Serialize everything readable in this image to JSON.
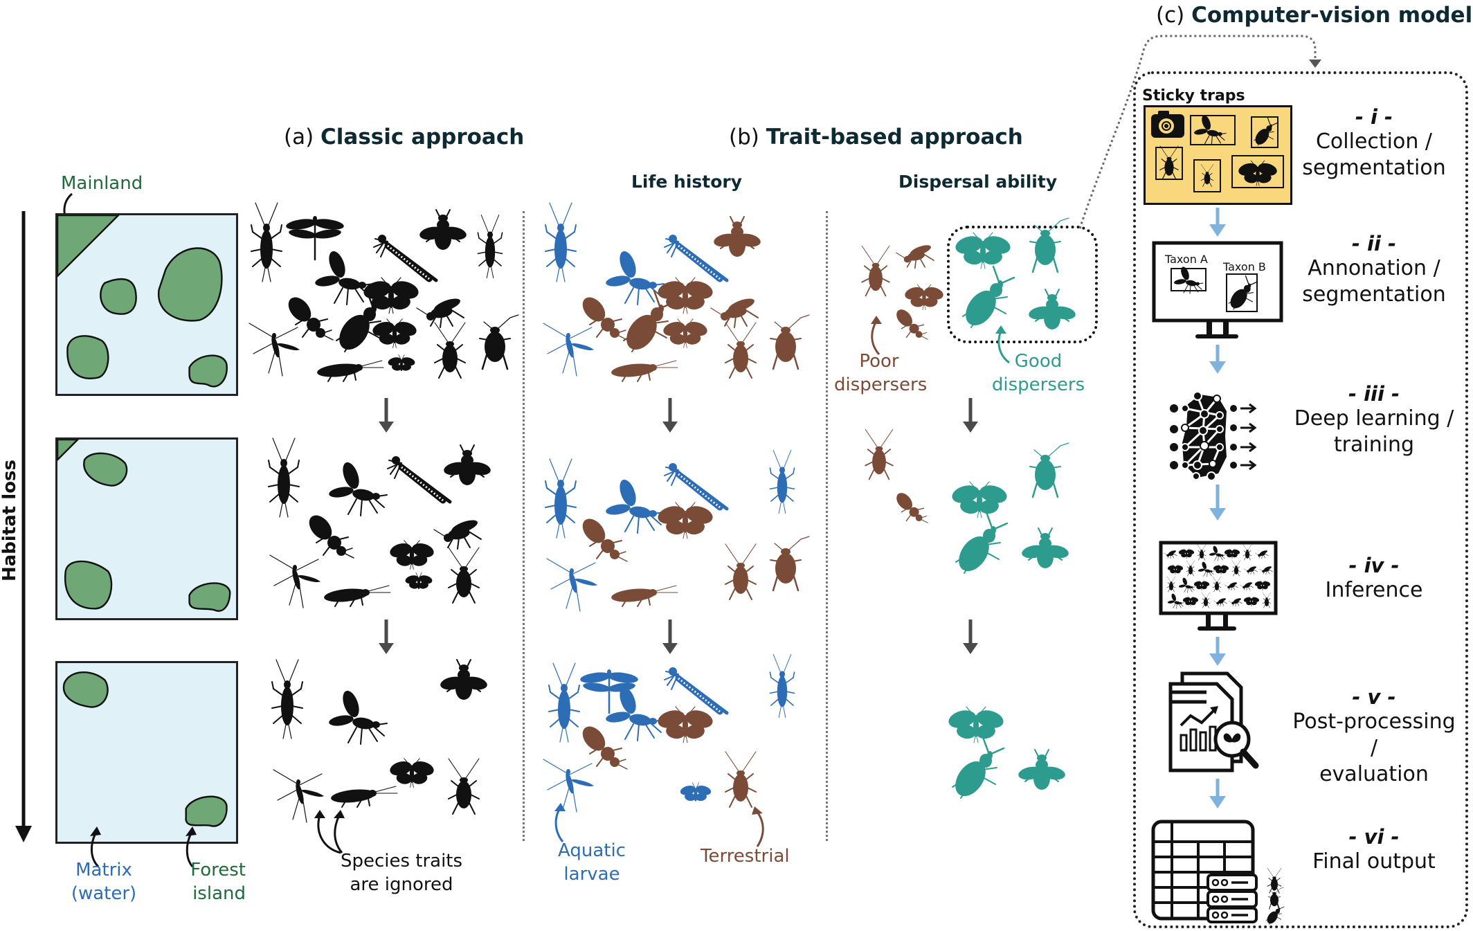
{
  "panels": {
    "a": {
      "prefix": "(a)",
      "title": "Classic approach"
    },
    "b": {
      "prefix": "(b)",
      "title": "Trait-based approach",
      "columns": {
        "life_history": "Life history",
        "dispersal": "Dispersal ability"
      }
    },
    "c": {
      "prefix": "(c)",
      "title": "Computer-vision model"
    }
  },
  "axis": {
    "habitat_loss": "Habitat loss"
  },
  "landscape_labels": {
    "mainland": "Mainland",
    "matrix_line1": "Matrix",
    "matrix_line2": "(water)",
    "forest_line1": "Forest",
    "forest_line2": "island"
  },
  "annotations": {
    "species_traits_line1": "Species traits",
    "species_traits_line2": "are ignored",
    "aquatic_line1": "Aquatic",
    "aquatic_line2": "larvae",
    "terrestrial": "Terrestrial",
    "poor_line1": "Poor",
    "poor_line2": "dispersers",
    "good_line1": "Good",
    "good_line2": "dispersers"
  },
  "colors": {
    "black": "#111111",
    "aquatic": "#2d6db5",
    "terrestrial": "#7a4c38",
    "good_disperser": "#2e9b8f",
    "forest": "#6fa876",
    "water": "#e0f1f8",
    "sticky_trap": "#f9d77d",
    "flow_arrow": "#7fb2dc",
    "time_arrow": "#4a4a4a"
  },
  "cv_steps": [
    {
      "num": "- i -",
      "line1": "Collection /",
      "line2": "segmentation",
      "icon": "sticky-trap-camera"
    },
    {
      "num": "- ii -",
      "line1": "Annonation /",
      "line2": "segmentation",
      "icon": "monitor-annotation"
    },
    {
      "num": "- iii -",
      "line1": "Deep learning /",
      "line2": "training",
      "icon": "neural-network"
    },
    {
      "num": "- iv -",
      "line1": "Inference",
      "line2": "",
      "icon": "monitor-inference"
    },
    {
      "num": "- v -",
      "line1": "Post-processing /",
      "line2": "evaluation",
      "icon": "report-magnifier"
    },
    {
      "num": "- vi -",
      "line1": "Final output",
      "line2": "",
      "icon": "table-database"
    }
  ],
  "cv_labels": {
    "sticky_traps": "Sticky traps",
    "taxon_a": "Taxon A",
    "taxon_b": "Taxon B"
  },
  "insect_rows": {
    "classic": [
      [
        [
          "stonefly",
          385,
          355,
          1
        ],
        [
          "dragonfly",
          455,
          330,
          1
        ],
        [
          "fly",
          495,
          400,
          1
        ],
        [
          "damselfly",
          590,
          375,
          1
        ],
        [
          "bee",
          640,
          335,
          1
        ],
        [
          "stonefly",
          708,
          360,
          0.8
        ],
        [
          "rovebeetle",
          445,
          455,
          1
        ],
        [
          "moth",
          565,
          425,
          1
        ],
        [
          "beetle",
          520,
          470,
          1
        ],
        [
          "wasp",
          640,
          445,
          1
        ],
        [
          "mosquito",
          400,
          495,
          1
        ],
        [
          "moth",
          570,
          480,
          0.8
        ],
        [
          "caddis",
          490,
          535,
          1
        ],
        [
          "mothsmall",
          580,
          525,
          0.7
        ],
        [
          "cockroach",
          650,
          510,
          1
        ],
        [
          "cricket",
          715,
          495,
          1
        ]
      ],
      [
        [
          "stonefly",
          410,
          695,
          1
        ],
        [
          "damselfly",
          610,
          695,
          1
        ],
        [
          "bee",
          675,
          675,
          1
        ],
        [
          "fly",
          515,
          705,
          1
        ],
        [
          "rovebeetle",
          475,
          770,
          1
        ],
        [
          "wasp",
          665,
          765,
          1
        ],
        [
          "moth",
          595,
          800,
          0.8
        ],
        [
          "mosquito",
          430,
          830,
          1
        ],
        [
          "mothsmall",
          605,
          840,
          0.7
        ],
        [
          "caddis",
          500,
          860,
          1
        ],
        [
          "cockroach",
          670,
          835,
          1
        ]
      ],
      [
        [
          "stonefly",
          415,
          1015,
          1
        ],
        [
          "fly",
          515,
          1035,
          1
        ],
        [
          "bee",
          670,
          985,
          1
        ],
        [
          "mosquito",
          435,
          1140,
          1
        ],
        [
          "caddis",
          510,
          1150,
          1
        ],
        [
          "moth",
          595,
          1115,
          0.8
        ],
        [
          "cockroach",
          670,
          1140,
          1
        ]
      ]
    ],
    "life_history": [
      [
        [
          "stonefly",
          810,
          355,
          1,
          "aquatic"
        ],
        [
          "fly",
          915,
          400,
          1,
          "aquatic"
        ],
        [
          "damselfly",
          1010,
          375,
          1,
          "aquatic"
        ],
        [
          "bee",
          1065,
          345,
          1,
          "terrestrial"
        ],
        [
          "rovebeetle",
          870,
          455,
          1,
          "terrestrial"
        ],
        [
          "moth",
          990,
          425,
          1,
          "terrestrial"
        ],
        [
          "beetle",
          935,
          470,
          1,
          "terrestrial"
        ],
        [
          "wasp",
          1065,
          445,
          1,
          "terrestrial"
        ],
        [
          "mosquito",
          825,
          495,
          1,
          "aquatic"
        ],
        [
          "moth",
          990,
          480,
          0.8,
          "terrestrial"
        ],
        [
          "caddis",
          915,
          535,
          1,
          "terrestrial"
        ],
        [
          "cockroach",
          1070,
          510,
          1,
          "terrestrial"
        ],
        [
          "cricket",
          1135,
          495,
          1,
          "terrestrial"
        ]
      ],
      [
        [
          "stonefly",
          810,
          725,
          1,
          "aquatic"
        ],
        [
          "fly",
          915,
          730,
          1,
          "aquatic"
        ],
        [
          "damselfly",
          1010,
          705,
          1,
          "aquatic"
        ],
        [
          "stonefly",
          1130,
          700,
          0.8,
          "aquatic"
        ],
        [
          "rovebeetle",
          870,
          775,
          1,
          "terrestrial"
        ],
        [
          "moth",
          990,
          750,
          1,
          "terrestrial"
        ],
        [
          "mosquito",
          830,
          835,
          1,
          "aquatic"
        ],
        [
          "caddis",
          915,
          860,
          1,
          "terrestrial"
        ],
        [
          "cockroach",
          1070,
          830,
          1,
          "terrestrial"
        ],
        [
          "cricket",
          1135,
          815,
          1,
          "terrestrial"
        ]
      ],
      [
        [
          "stonefly",
          815,
          1020,
          1,
          "aquatic"
        ],
        [
          "dragonfly",
          880,
          985,
          1,
          "aquatic"
        ],
        [
          "fly",
          915,
          1030,
          1,
          "aquatic"
        ],
        [
          "damselfly",
          1010,
          1000,
          1,
          "aquatic"
        ],
        [
          "stonefly",
          1130,
          995,
          0.8,
          "aquatic"
        ],
        [
          "rovebeetle",
          870,
          1075,
          1,
          "terrestrial"
        ],
        [
          "moth",
          990,
          1045,
          1,
          "terrestrial"
        ],
        [
          "mosquito",
          825,
          1125,
          1,
          "aquatic"
        ],
        [
          "mothsmall",
          1005,
          1145,
          0.8,
          "aquatic"
        ],
        [
          "cockroach",
          1070,
          1130,
          1,
          "terrestrial"
        ]
      ]
    ],
    "dispersal": [
      [
        [
          "cockroach",
          1265,
          395,
          0.9,
          "terrestrial"
        ],
        [
          "wasp",
          1325,
          365,
          0.8,
          "terrestrial"
        ],
        [
          "moth",
          1335,
          428,
          0.7,
          "terrestrial"
        ],
        [
          "rovebeetle",
          1315,
          465,
          0.7,
          "terrestrial"
        ],
        [
          "moth",
          1420,
          360,
          1,
          "good"
        ],
        [
          "cricket",
          1510,
          355,
          1,
          "good"
        ],
        [
          "beetle",
          1425,
          435,
          1,
          "good"
        ],
        [
          "bee",
          1520,
          450,
          1,
          "good"
        ]
      ],
      [
        [
          "cockroach",
          1270,
          660,
          0.9,
          "terrestrial"
        ],
        [
          "rovebeetle",
          1315,
          730,
          0.7,
          "terrestrial"
        ],
        [
          "moth",
          1415,
          720,
          1,
          "good"
        ],
        [
          "cricket",
          1510,
          680,
          1,
          "good"
        ],
        [
          "beetle",
          1415,
          790,
          1,
          "good"
        ],
        [
          "bee",
          1510,
          795,
          1,
          "good"
        ]
      ],
      [
        [
          "moth",
          1410,
          1045,
          1,
          "good"
        ],
        [
          "beetle",
          1410,
          1115,
          1,
          "good"
        ],
        [
          "bee",
          1505,
          1115,
          1,
          "good"
        ]
      ]
    ]
  }
}
